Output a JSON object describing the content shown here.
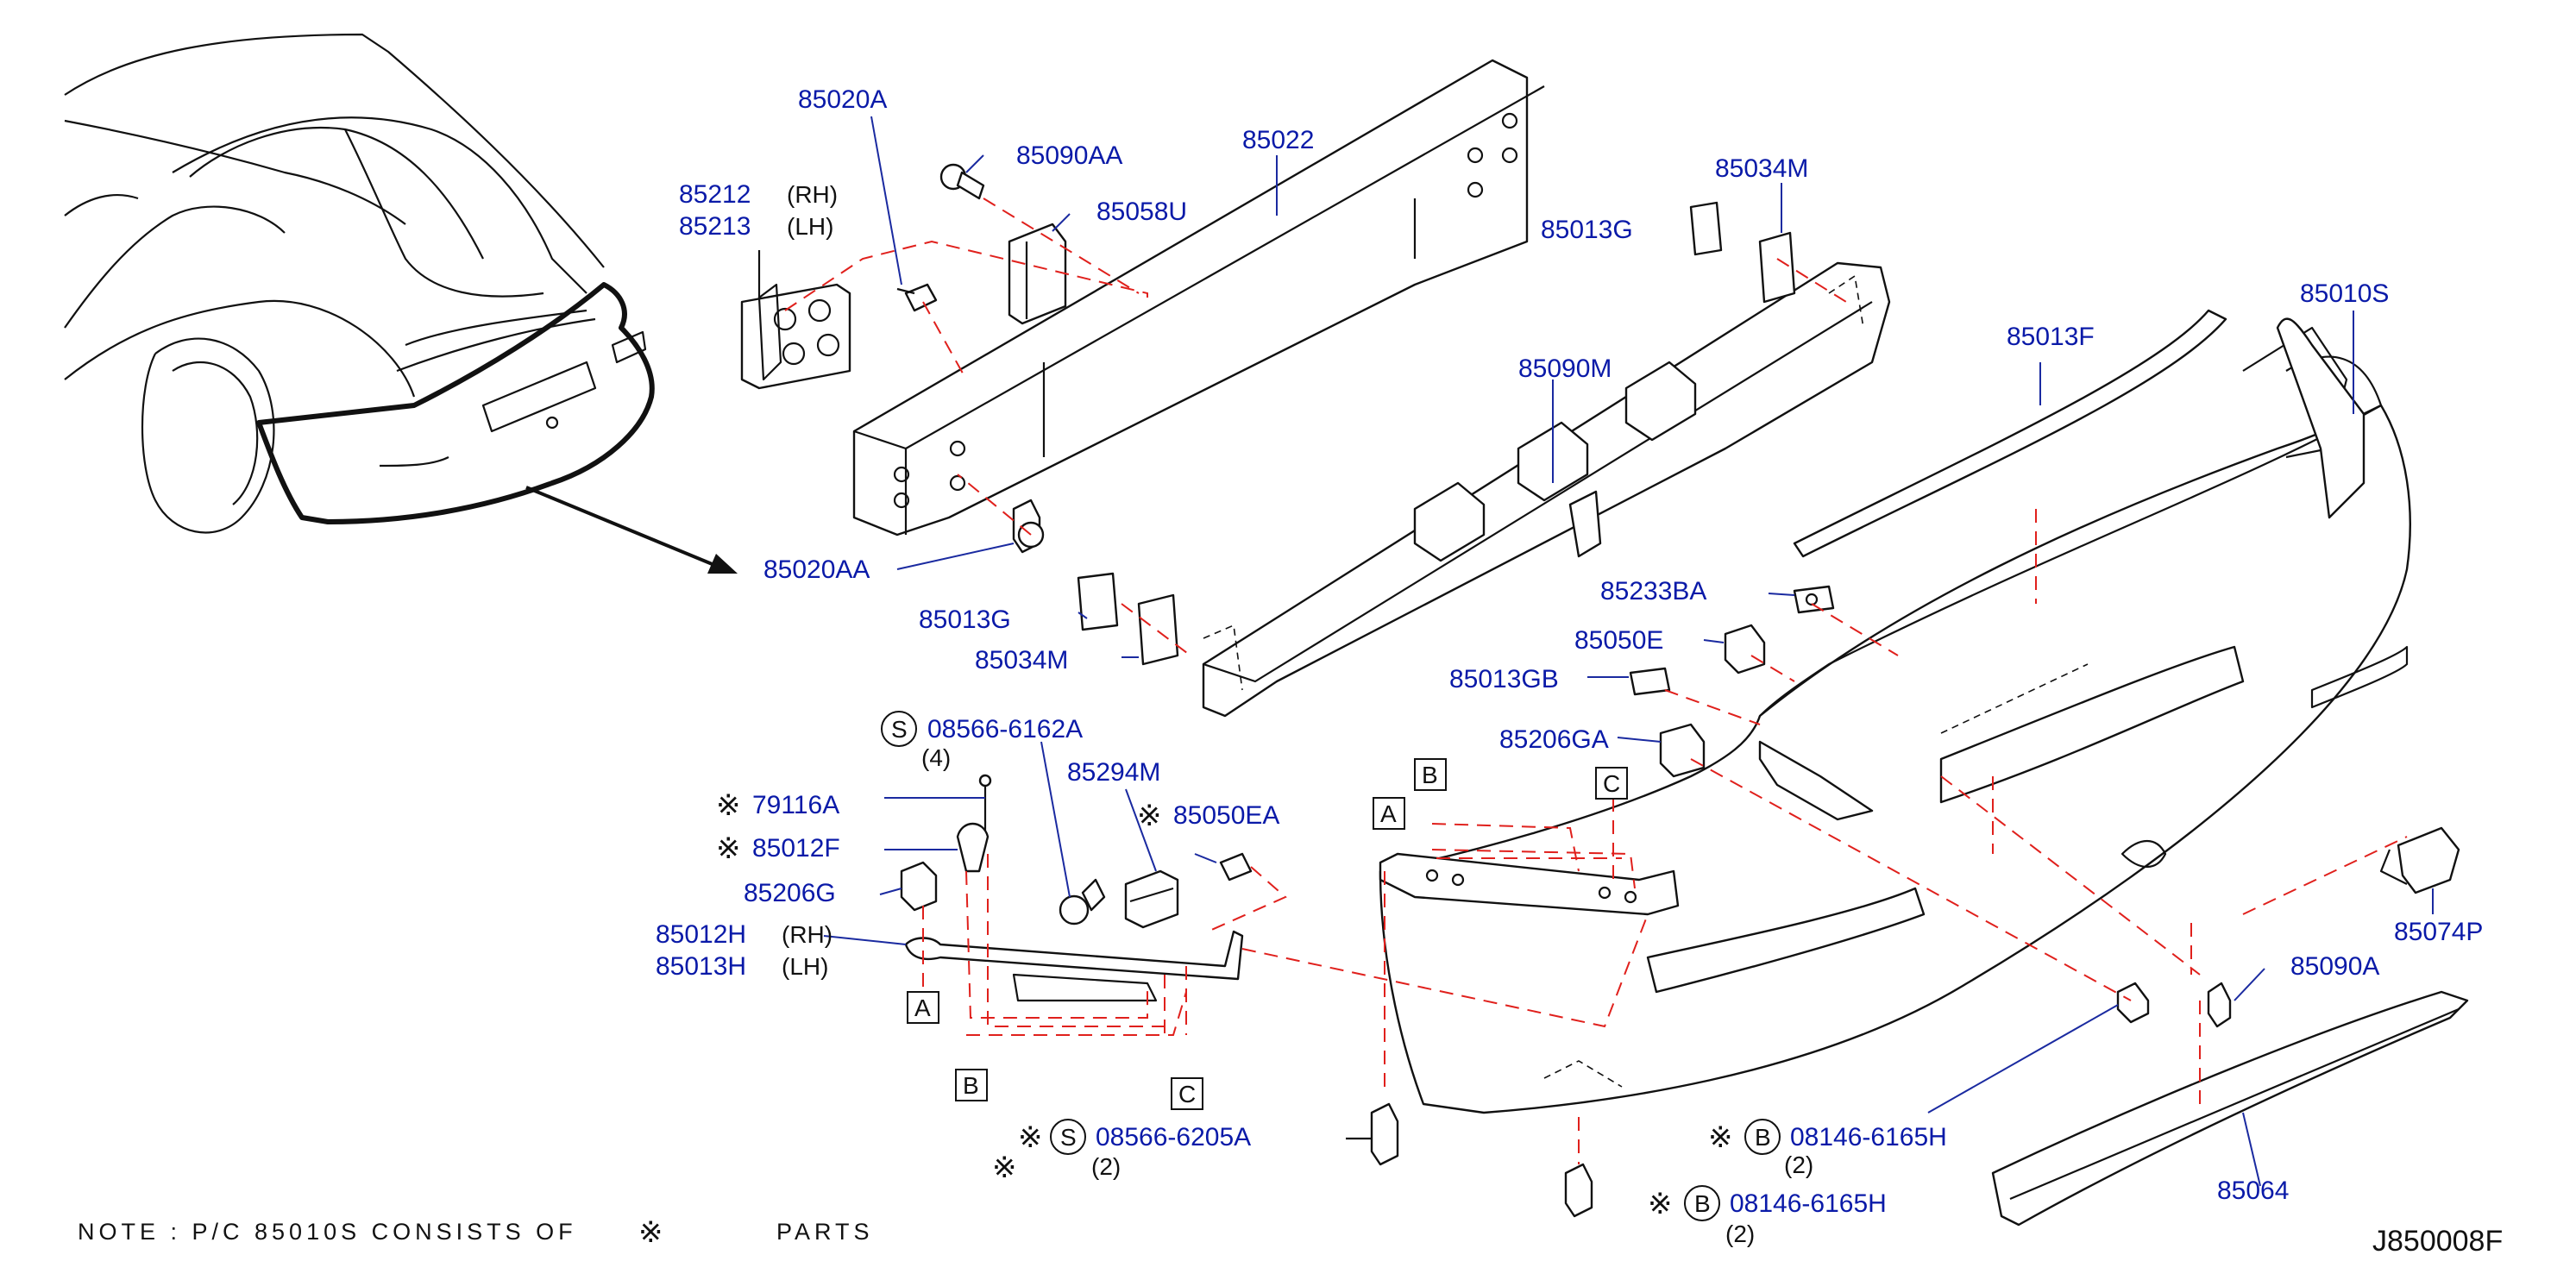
{
  "diagram": {
    "labels": [
      {
        "id": "p85020A",
        "text": "85020A"
      },
      {
        "id": "p85090AA",
        "text": "85090AA"
      },
      {
        "id": "p85022",
        "text": "85022"
      },
      {
        "id": "p85212",
        "text": "85212"
      },
      {
        "id": "p85213",
        "text": "85213"
      },
      {
        "id": "p85058U",
        "text": "85058U"
      },
      {
        "id": "p85034M_top",
        "text": "85034M"
      },
      {
        "id": "p85013G_top",
        "text": "85013G"
      },
      {
        "id": "p85010S",
        "text": "85010S"
      },
      {
        "id": "p85013F",
        "text": "85013F"
      },
      {
        "id": "p85090M",
        "text": "85090M"
      },
      {
        "id": "p85020AA",
        "text": "85020AA"
      },
      {
        "id": "p85013G_bot",
        "text": "85013G"
      },
      {
        "id": "p85034M_bot",
        "text": "85034M"
      },
      {
        "id": "p85233BA",
        "text": "85233BA"
      },
      {
        "id": "p85050E",
        "text": "85050E"
      },
      {
        "id": "p85013GB",
        "text": "85013GB"
      },
      {
        "id": "p85206GA",
        "text": "85206GA"
      },
      {
        "id": "p08566_6162A",
        "text": "08566-6162A"
      },
      {
        "id": "p85294M",
        "text": "85294M"
      },
      {
        "id": "p79116A",
        "text": "79116A"
      },
      {
        "id": "p85050EA",
        "text": "85050EA"
      },
      {
        "id": "p85012F",
        "text": "85012F"
      },
      {
        "id": "p85206G",
        "text": "85206G"
      },
      {
        "id": "p85012H",
        "text": "85012H"
      },
      {
        "id": "p85013H",
        "text": "85013H"
      },
      {
        "id": "p85074P",
        "text": "85074P"
      },
      {
        "id": "p85090A",
        "text": "85090A"
      },
      {
        "id": "p08146_6165H_a",
        "text": "08146-6165H"
      },
      {
        "id": "p08566_6205A",
        "text": "08566-6205A"
      },
      {
        "id": "p85064",
        "text": "85064"
      },
      {
        "id": "p08146_6165H_b",
        "text": "08146-6165H"
      }
    ],
    "side_rh": "(RH)",
    "side_lh": "(LH)",
    "qty_4": "(4)",
    "qty_2": "(2)",
    "symbol_s": "S",
    "symbol_b": "B",
    "asterisk": "※",
    "ref_a": "A",
    "ref_b": "B",
    "ref_c": "C",
    "note_text": "NOTE : P/C 85010S CONSISTS OF",
    "note_parts": "PARTS",
    "diagram_code": "J850008F"
  }
}
